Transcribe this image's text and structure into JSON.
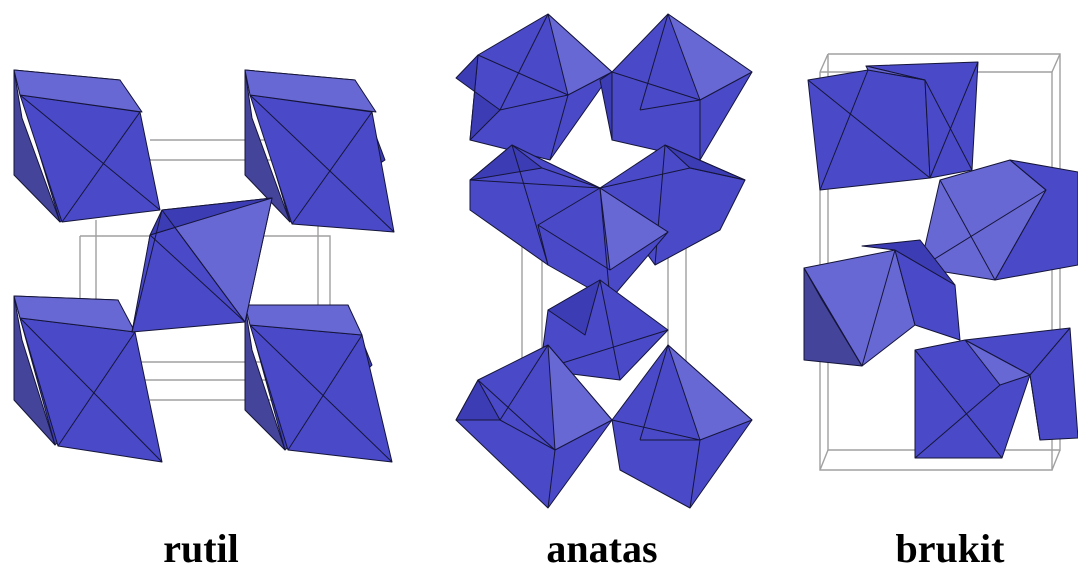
{
  "structures": [
    {
      "id": "rutil",
      "label": "rutil"
    },
    {
      "id": "anatas",
      "label": "anatas"
    },
    {
      "id": "brukit",
      "label": "brukit"
    }
  ],
  "colors": {
    "octahedron_face": "#4a4ac8",
    "octahedron_dark_face": "#3c3cb4",
    "octahedron_light_face": "#6868d4",
    "octahedron_shadow_face": "#44449a",
    "edge": "#15153a",
    "unit_cell": "#a0a0a0",
    "background": "#ffffff"
  }
}
